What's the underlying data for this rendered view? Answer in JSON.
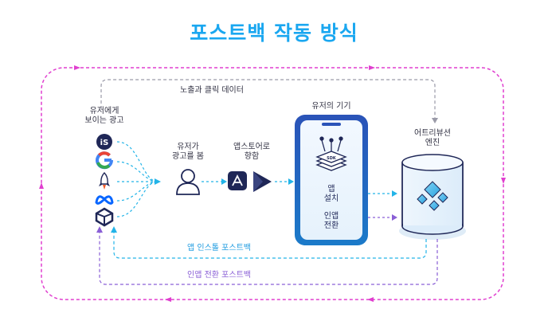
{
  "title": "포스트백 작동 방식",
  "labels": {
    "ad_shown": "유저에게\n보이는 광고",
    "user_sees_ad": "유저가\n광고를 봄",
    "to_app_store": "앱스토어로\n향함",
    "user_device": "유저의 기기",
    "install": "앱\n설치",
    "in_app_conversion": "인앱\n전환",
    "attribution_engine": "어트리뷰션\n엔진",
    "impression_click_data": "노출과 클릭 데이터",
    "install_postback": "앱 인스톨 포스트백",
    "conversion_postback": "인앱 전환 포스트백",
    "sdk": "SDK"
  },
  "ad_networks": [
    "ironsource-icon",
    "google-icon",
    "rocket-icon",
    "meta-icon",
    "unity-icon"
  ],
  "colors": {
    "title": "#1aa7f0",
    "cyan": "#23b4e8",
    "purple": "#8a5fd6",
    "magenta": "#e03fcf",
    "gray": "#9a9aa8",
    "navy": "#1f2757"
  }
}
